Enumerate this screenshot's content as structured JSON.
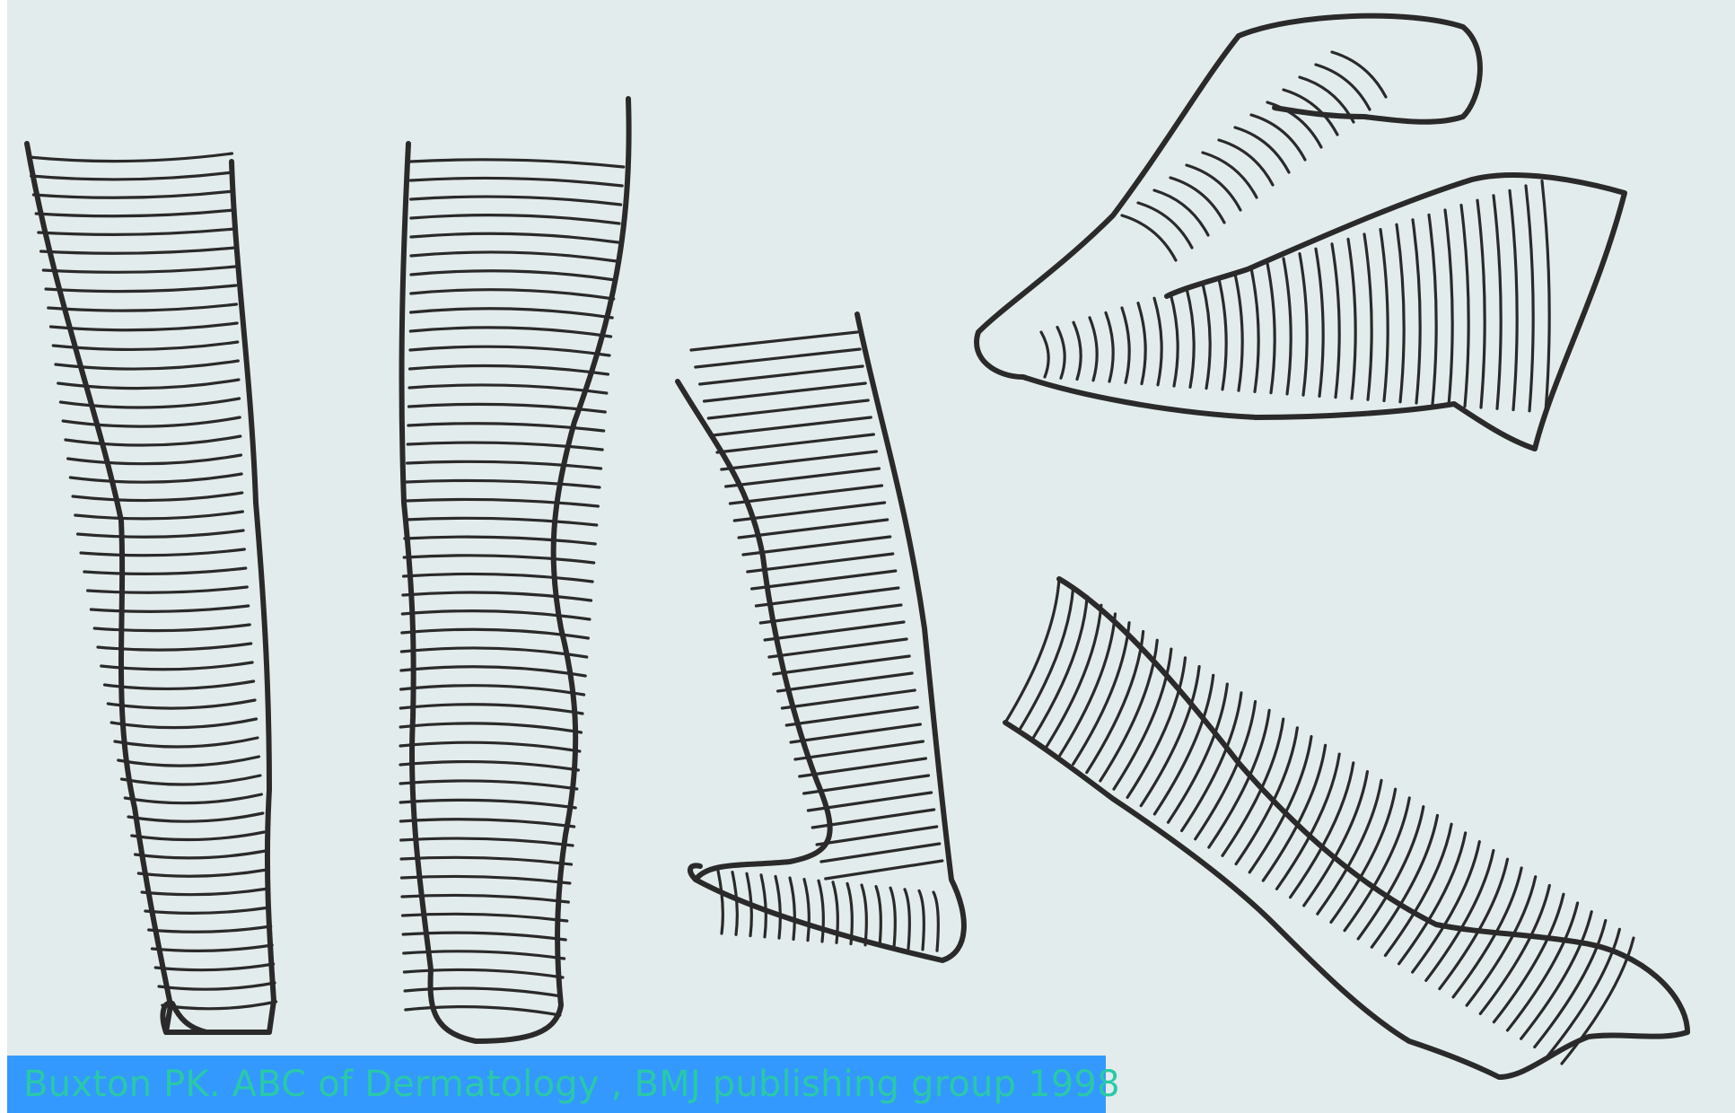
{
  "caption": {
    "text": "Buxton PK. ABC of Dermatology , BMJ publishing group 1998"
  },
  "figure": {
    "subjects": [
      "leg-front",
      "leg-back",
      "leg-side-with-foot",
      "arm-flexed",
      "arm-extended"
    ]
  },
  "colors": {
    "background": "#e3ecec",
    "ink": "#2a2a2a",
    "caption_bar": "#3399ff",
    "caption_text": "#29c9a8"
  }
}
